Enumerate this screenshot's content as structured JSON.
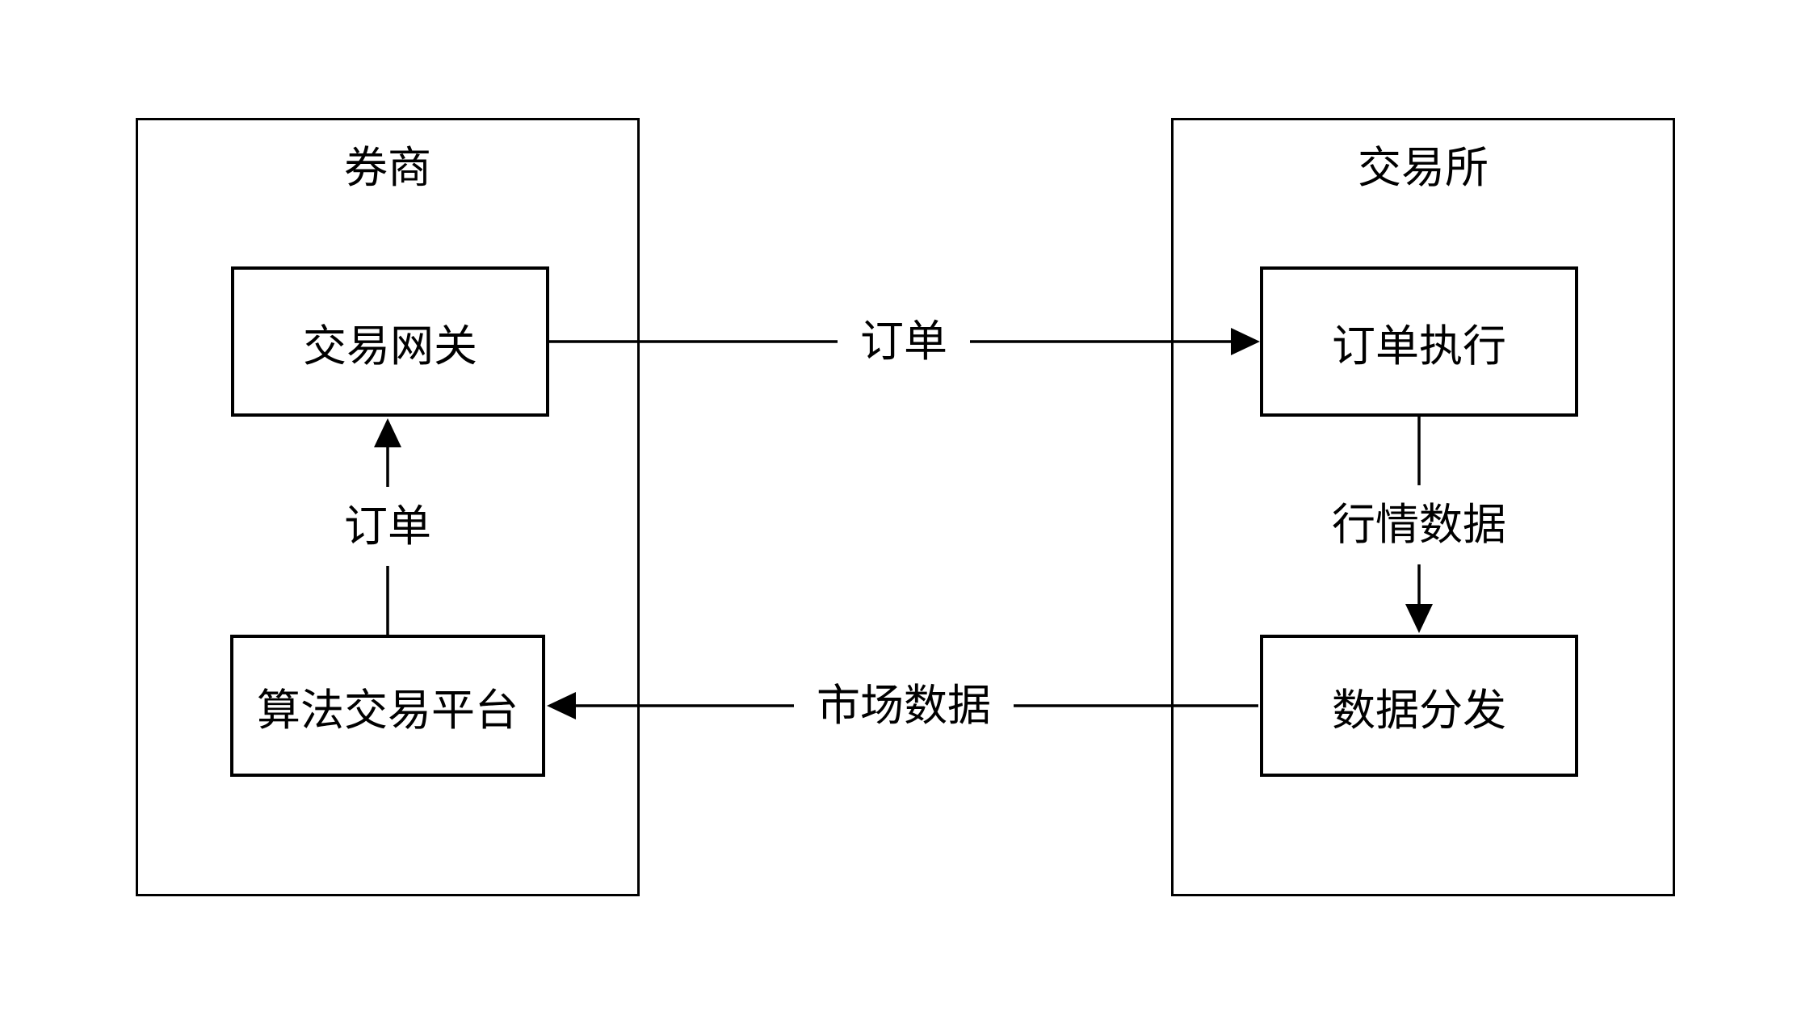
{
  "diagram": {
    "colors": {
      "stroke": "#000000",
      "text": "#000000",
      "background": "#ffffff"
    },
    "containers": {
      "broker": {
        "title": "券商"
      },
      "exchange": {
        "title": "交易所"
      }
    },
    "nodes": {
      "trading_gateway": {
        "label": "交易网关"
      },
      "algo_platform": {
        "label": "算法交易平台"
      },
      "order_execution": {
        "label": "订单执行"
      },
      "data_distribution": {
        "label": "数据分发"
      }
    },
    "edges": {
      "gateway_to_execution": {
        "label": "订单"
      },
      "algo_to_gateway": {
        "label": "订单"
      },
      "execution_to_distribution": {
        "label": "行情数据"
      },
      "distribution_to_algo": {
        "label": "市场数据"
      }
    }
  }
}
